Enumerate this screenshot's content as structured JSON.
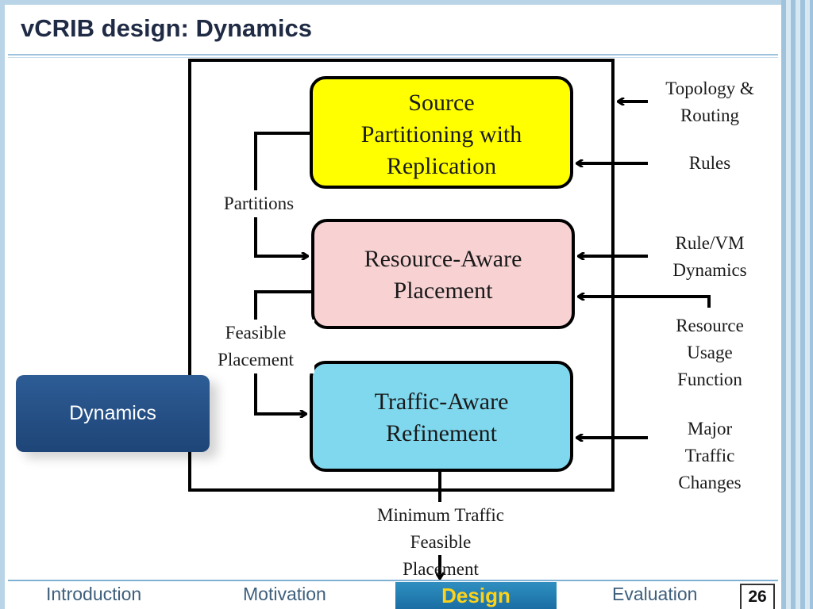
{
  "slide": {
    "title": "vCRIB design: Dynamics",
    "page_number": "26"
  },
  "diagram": {
    "boxes": {
      "source_partitioning": [
        "Source",
        "Partitioning with",
        "Replication"
      ],
      "resource_aware": [
        "Resource-Aware",
        "Placement"
      ],
      "traffic_aware": [
        "Traffic-Aware",
        "Refinement"
      ]
    },
    "left_labels": {
      "partitions": "Partitions",
      "feasible_placement": [
        "Feasible",
        "Placement"
      ]
    },
    "inputs": {
      "topology_routing": [
        "Topology &",
        "Routing"
      ],
      "rules": "Rules",
      "rule_vm_dynamics": [
        "Rule/VM",
        "Dynamics"
      ],
      "resource_usage_function": [
        "Resource",
        "Usage",
        "Function"
      ],
      "major_traffic_changes": [
        "Major",
        "Traffic",
        "Changes"
      ]
    },
    "output": [
      "Minimum Traffic",
      "Feasible",
      "Placement"
    ],
    "colors": {
      "source_box": "#ffff00",
      "resource_box": "#f8d2d3",
      "traffic_box": "#7fd8ee"
    }
  },
  "dynamics_button": {
    "label": "Dynamics"
  },
  "footer_nav": {
    "items": [
      "Introduction",
      "Motivation",
      "Design",
      "Evaluation"
    ],
    "active": "Design"
  }
}
